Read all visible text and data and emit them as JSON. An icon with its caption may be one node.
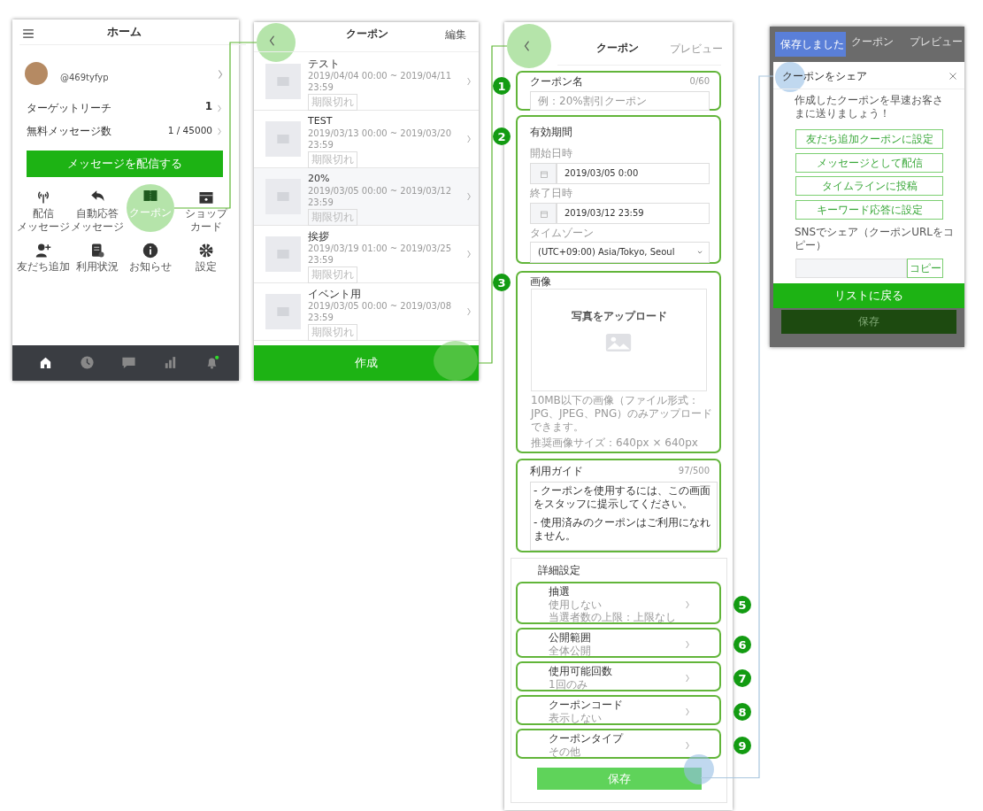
{
  "diagram": {
    "nodes": [
      {
        "text": [
          "ホーム"
        ]
      },
      {
        "text": [
          "@469tyfyp"
        ],
        "in": 0
      },
      {
        "text": [
          "ターゲットリーチ",
          "1"
        ],
        "in": 0
      },
      {
        "text": [
          "無料メッセージ数",
          "1 / 45000"
        ],
        "in": 0
      },
      {
        "text": [
          "メッセージを配信する"
        ],
        "in": 0
      },
      {
        "text": [
          "配信",
          "メッセージ"
        ],
        "in": 0
      },
      {
        "text": [
          "自動応答",
          "メッセージ"
        ],
        "in": 0
      },
      {
        "text": [
          "クーポン"
        ],
        "in": 0
      },
      {
        "text": [
          "ショップ",
          "カード"
        ],
        "in": 0
      },
      {
        "text": [
          "友だち追加"
        ],
        "in": 0
      },
      {
        "text": [
          "利用状況"
        ],
        "in": 0
      },
      {
        "text": [
          "お知らせ"
        ],
        "in": 0
      },
      {
        "text": [
          "設定"
        ],
        "in": 0
      },
      {
        "text": [
          "クーポン",
          "編集"
        ]
      },
      {
        "text": [],
        "shape": "circle",
        "in": 13
      },
      {
        "text": [
          "テスト",
          "2019/04/04 00:00 ~ 2019/04/11 23:59",
          "期限切れ"
        ],
        "in": 13
      },
      {
        "text": [
          "TEST",
          "2019/03/13 00:00 ~ 2019/03/20 23:59",
          "期限切れ"
        ],
        "in": 13
      },
      {
        "text": [
          "20%",
          "2019/03/05 00:00 ~ 2019/03/12 23:59",
          "期限切れ"
        ],
        "in": 13
      },
      {
        "text": [
          "挨拶",
          "2019/03/19 01:00 ~ 2019/03/25 23:59",
          "期限切れ"
        ],
        "in": 13
      },
      {
        "text": [
          "イベント用",
          "2019/03/05 00:00 ~ 2019/03/08 23:59",
          "期限切れ"
        ],
        "in": 13
      },
      {
        "text": [
          "作成"
        ],
        "in": 13
      },
      {
        "text": [
          "クーポン",
          "プレビュー"
        ]
      },
      {
        "text": [],
        "shape": "circle",
        "in": 21
      },
      {
        "text": [
          "クーポン名",
          "0/60",
          "例：20%割引クーポン"
        ],
        "beside": [
          "1"
        ],
        "in": 21
      },
      {
        "text": [
          "有効期間",
          "開始日時",
          "2019/03/05 0:00",
          "終了日時",
          "2019/03/12 23:59",
          "タイムゾーン",
          "(UTC+09:00) Asia/Tokyo, Seoul"
        ],
        "beside": [
          "2"
        ],
        "in": 21
      },
      {
        "text": [
          "画像",
          "写真をアップロード",
          "10MB以下の画像（ファイル形式：JPG、JPEG、PNG）のみアップロードできます。",
          "推奨画像サイズ：640px × 640px"
        ],
        "beside": [
          "3"
        ],
        "in": 21
      },
      {
        "text": [
          "利用ガイド",
          "97/500",
          "- クーポンを使用するには、この画面をスタッフに提示してください。",
          "- 使用済みのクーポンはご利用になれません。"
        ],
        "in": 21
      },
      {
        "text": [
          "詳細設定"
        ],
        "in": 21
      },
      {
        "text": [
          "抽選",
          "使用しない",
          "当選者数の上限：上限なし"
        ],
        "beside": [
          "5"
        ],
        "in": 27
      },
      {
        "text": [
          "公開範囲",
          "全体公開"
        ],
        "beside": [
          "6"
        ],
        "in": 27
      },
      {
        "text": [
          "使用可能回数",
          "1回のみ"
        ],
        "beside": [
          "7"
        ],
        "in": 27
      },
      {
        "text": [
          "クーポンコード",
          "表示しない"
        ],
        "beside": [
          "8"
        ],
        "in": 27
      },
      {
        "text": [
          "クーポンタイプ",
          "その他"
        ],
        "beside": [
          "9"
        ],
        "in": 27
      },
      {
        "text": [
          "保存"
        ],
        "in": 27
      },
      {
        "text": [
          "クーポン",
          "プレビュー"
        ]
      },
      {
        "text": [
          "保存しました"
        ],
        "in": 34
      },
      {
        "text": [
          "クーポンをシェア",
          "作成したクーポンを早速お客さまに送りましょう！",
          "SNSでシェア（クーポンURLをコピー）"
        ],
        "in": 34
      },
      {
        "text": [
          "友だち追加クーポンに設定"
        ],
        "in": 36
      },
      {
        "text": [
          "メッセージとして配信"
        ],
        "in": 36
      },
      {
        "text": [
          "タイムラインに投稿"
        ],
        "in": 36
      },
      {
        "text": [
          "キーワード応答に設定"
        ],
        "in": 36
      },
      {
        "text": [],
        "shape": "box",
        "in": 36
      },
      {
        "text": [
          "コピー"
        ],
        "in": 36
      },
      {
        "text": [
          "リストに戻る"
        ],
        "in": 36
      },
      {
        "text": [
          "保存"
        ],
        "in": 34
      }
    ],
    "edges": [
      {
        "from": 7,
        "to": 14,
        "arrow": "none"
      },
      {
        "from": 20,
        "to": 22,
        "arrow": "none"
      },
      {
        "from": 33,
        "to": 36,
        "arrow": "none",
        "color": "#a9c6de"
      }
    ]
  }
}
